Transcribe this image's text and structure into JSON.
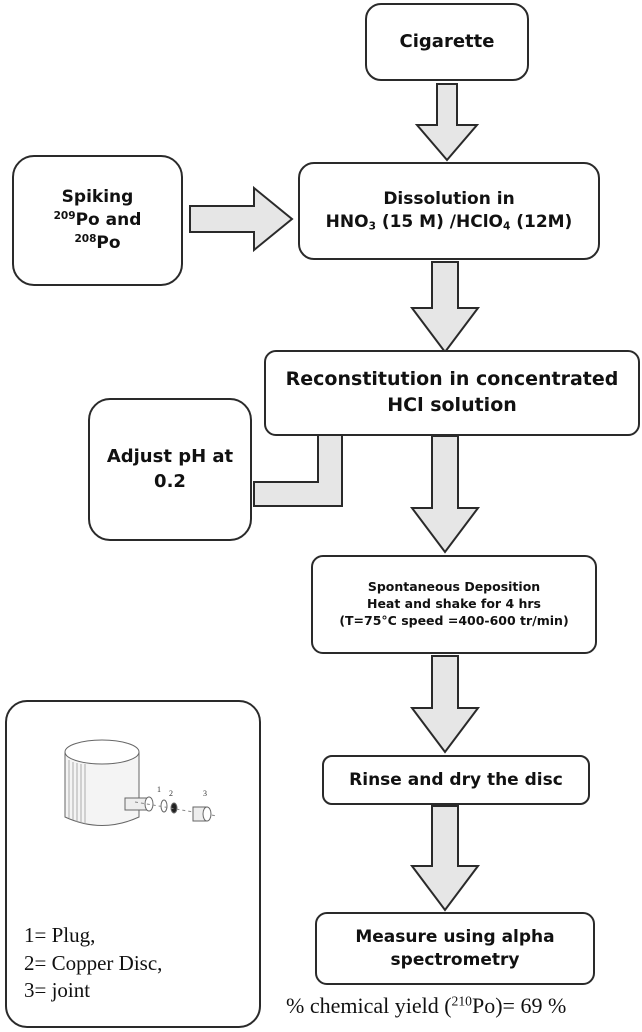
{
  "steps": {
    "cigarette": "Cigarette",
    "dissolution_line1": "Dissolution in",
    "dissolution_line2": {
      "a": "HNO",
      "a_sub": "3",
      "b": " (15 M) /HClO",
      "b_sub": "4",
      "c": " (12M)"
    },
    "reconstitution_line1": "Reconstitution in concentrated",
    "reconstitution_line2": "HCl solution",
    "deposition_line1": "Spontaneous Deposition",
    "deposition_line2": "Heat and shake for 4 hrs",
    "deposition_line3": "(T=75°C speed =400-600 tr/min)",
    "rinse": "Rinse and dry the disc",
    "measure_line1": "Measure using alpha",
    "measure_line2": "spectrometry"
  },
  "side_steps": {
    "spiking_line1": "Spiking",
    "spiking_line2": {
      "sup": "209",
      "text": "Po and"
    },
    "spiking_line3": {
      "sup": "208",
      "text": "Po"
    },
    "adjust_line1": "Adjust pH at",
    "adjust_line2": "0.2"
  },
  "setup": {
    "part_labels": [
      "1",
      "2",
      "3"
    ],
    "legend": [
      "1= Plug,",
      "2= Copper Disc,",
      "3= joint"
    ]
  },
  "result": {
    "prefix": "% chemical yield (",
    "sup": "210",
    "mid": "Po)= 69 %"
  }
}
